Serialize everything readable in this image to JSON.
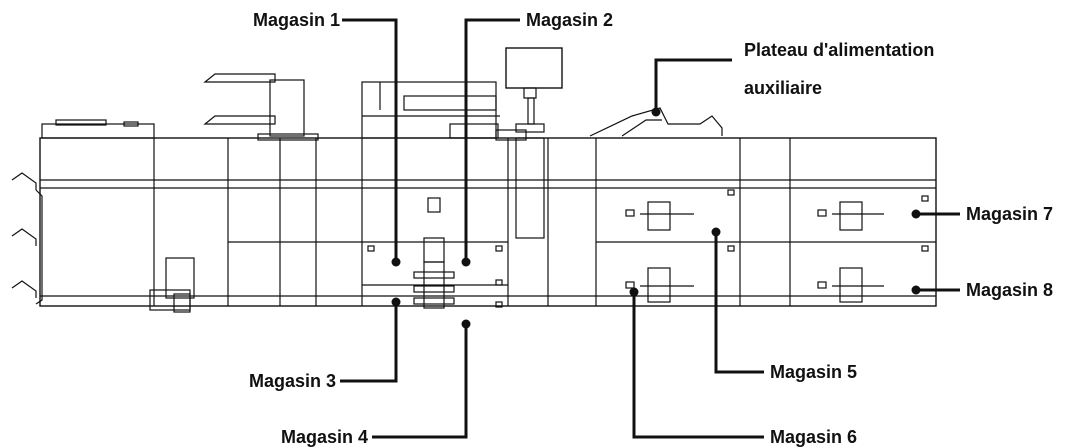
{
  "labels": {
    "tray1": "Magasin 1",
    "tray2": "Magasin 2",
    "bypass_line1": "Plateau d'alimentation",
    "bypass_line2": "auxiliaire",
    "tray3": "Magasin 3",
    "tray4": "Magasin 4",
    "tray5": "Magasin 5",
    "tray6": "Magasin 6",
    "tray7": "Magasin 7",
    "tray8": "Magasin 8"
  },
  "colors": {
    "line": "#111111",
    "fill": "#ffffff"
  }
}
